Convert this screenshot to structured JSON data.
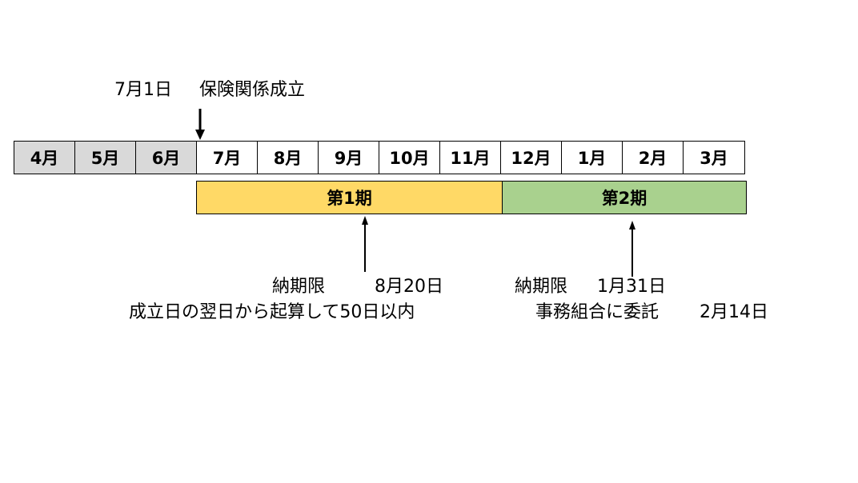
{
  "header": {
    "date": "7月1日",
    "label": "保険関係成立"
  },
  "months": [
    {
      "label": "4月",
      "past": true
    },
    {
      "label": "5月",
      "past": true
    },
    {
      "label": "6月",
      "past": true
    },
    {
      "label": "7月",
      "past": false
    },
    {
      "label": "8月",
      "past": false
    },
    {
      "label": "9月",
      "past": false
    },
    {
      "label": "10月",
      "past": false
    },
    {
      "label": "11月",
      "past": false
    },
    {
      "label": "12月",
      "past": false
    },
    {
      "label": "1月",
      "past": false
    },
    {
      "label": "2月",
      "past": false
    },
    {
      "label": "3月",
      "past": false
    }
  ],
  "periods": [
    {
      "label": "第1期",
      "color": "#ffd966"
    },
    {
      "label": "第2期",
      "color": "#a9d18e"
    }
  ],
  "colors": {
    "past_month": "#d9d9d9",
    "month": "#ffffff"
  },
  "notes": {
    "first": {
      "label": "納期限",
      "date": "8月20日",
      "desc": "成立日の翌日から起算して50日以内"
    },
    "second": {
      "label": "納期限",
      "date": "1月31日",
      "desc": "事務組合に委託",
      "desc_date": "2月14日"
    }
  }
}
